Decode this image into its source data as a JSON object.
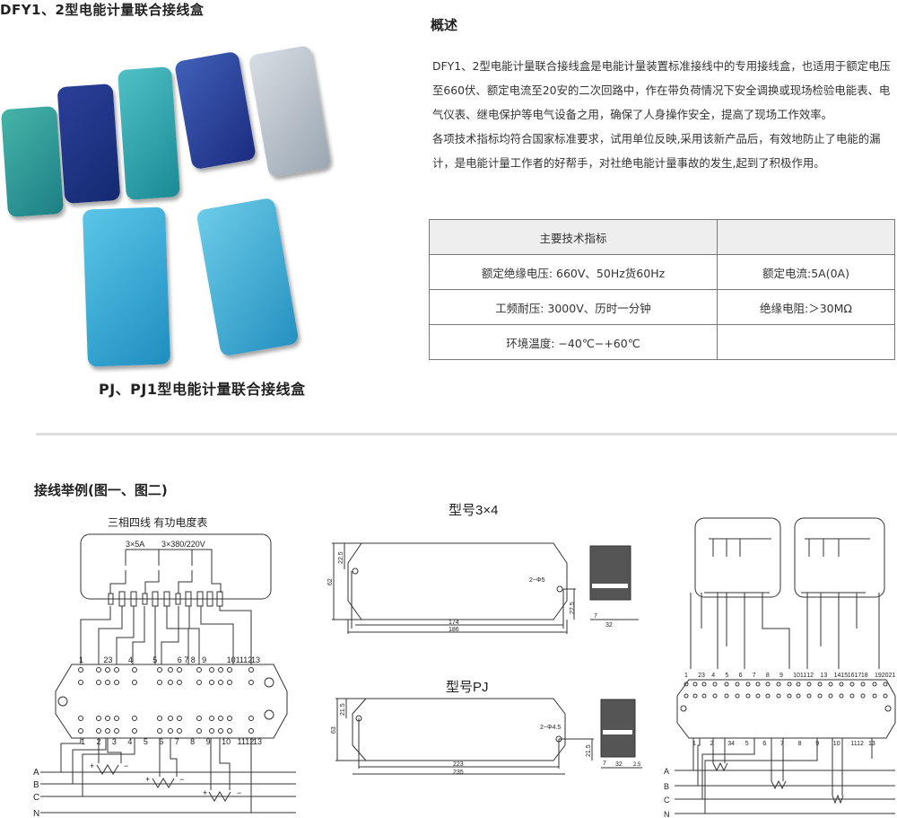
{
  "top": {
    "title": "DFY1、2型电能计量联合接线盒",
    "caption": "PJ、PJ1型电能计量联合接线盒"
  },
  "overview": {
    "heading": "概述",
    "paragraphs": [
      "DFY1、2型电能计量联合接线盒是电能计量装置标准接线中的专用接线盒，也适用于额定电压至660伏、额定电流至20安的二次回路中，作在带负荷情况下安全调换或现场检验电能表、电气仪表、继电保护等电气设备之用，确保了人身操作安全，提高了现场工作效率。",
      "各项技术指标均符合国家标准要求，试用单位反映,采用该新产品后，有效地防止了电能的漏计，是电能计量工作者的好帮手，对社绝电能计量事故的发生,起到了积极作用。"
    ]
  },
  "spec_table": {
    "header": [
      "主要技术指标",
      ""
    ],
    "rows": [
      [
        "额定绝缘电压: 660V、50Hz货60Hz",
        "额定电流:5A(0A)"
      ],
      [
        "工频耐压: 3000V、历时一分钟",
        "绝缘电阻:＞30MΩ"
      ],
      [
        "环境温度: −40℃−+60℃",
        ""
      ]
    ]
  },
  "wiring": {
    "heading": "接线举例(图一、图二)",
    "meter_title": "三相四线  有功电度表",
    "meter_rating_current": "3×5A",
    "meter_rating_voltage": "3×380/220V",
    "left_top_terminals": [
      "1",
      "23",
      "4",
      "5",
      "6 7 8",
      "9",
      "101112",
      "13"
    ],
    "left_bottom_terminals": [
      "1",
      "2",
      "3",
      "4",
      "5",
      "6",
      "7",
      "8",
      "9",
      "10",
      "1112",
      "13"
    ],
    "right_top_terminals": [
      "1",
      "23",
      "4",
      "5",
      "6",
      "7",
      "8",
      "9",
      "1011",
      "12",
      "13",
      "1415",
      "1617",
      "18",
      "192021"
    ],
    "right_bottom_terminals": [
      "1",
      "2",
      "34",
      "5",
      "6",
      "7",
      "8",
      "9",
      "10",
      "1112",
      "13"
    ],
    "phases": [
      "A",
      "B",
      "C",
      "N"
    ],
    "plus": "+",
    "minus": "−"
  },
  "drawings": {
    "model1": {
      "title": "型号3×4",
      "height": "62",
      "offset_top": "22.5",
      "offset_bottom": "22.5",
      "hole": "2−Φ5",
      "inner_length": "174",
      "outer_length": "186",
      "depth": "32",
      "side_small": "7"
    },
    "model2": {
      "title": "型号PJ",
      "height": "63",
      "offset_top": "21.5",
      "offset_bottom": "21.5",
      "hole": "2−Φ4.5",
      "inner_length": "223",
      "outer_length": "235",
      "depth": "32",
      "side_small": "7",
      "side_extra": "2.5"
    }
  },
  "colors": {
    "teal": "#2aa0a8",
    "navy": "#1e3a8a",
    "cyan": "#3ab0d8",
    "divider": "#dddddd"
  }
}
